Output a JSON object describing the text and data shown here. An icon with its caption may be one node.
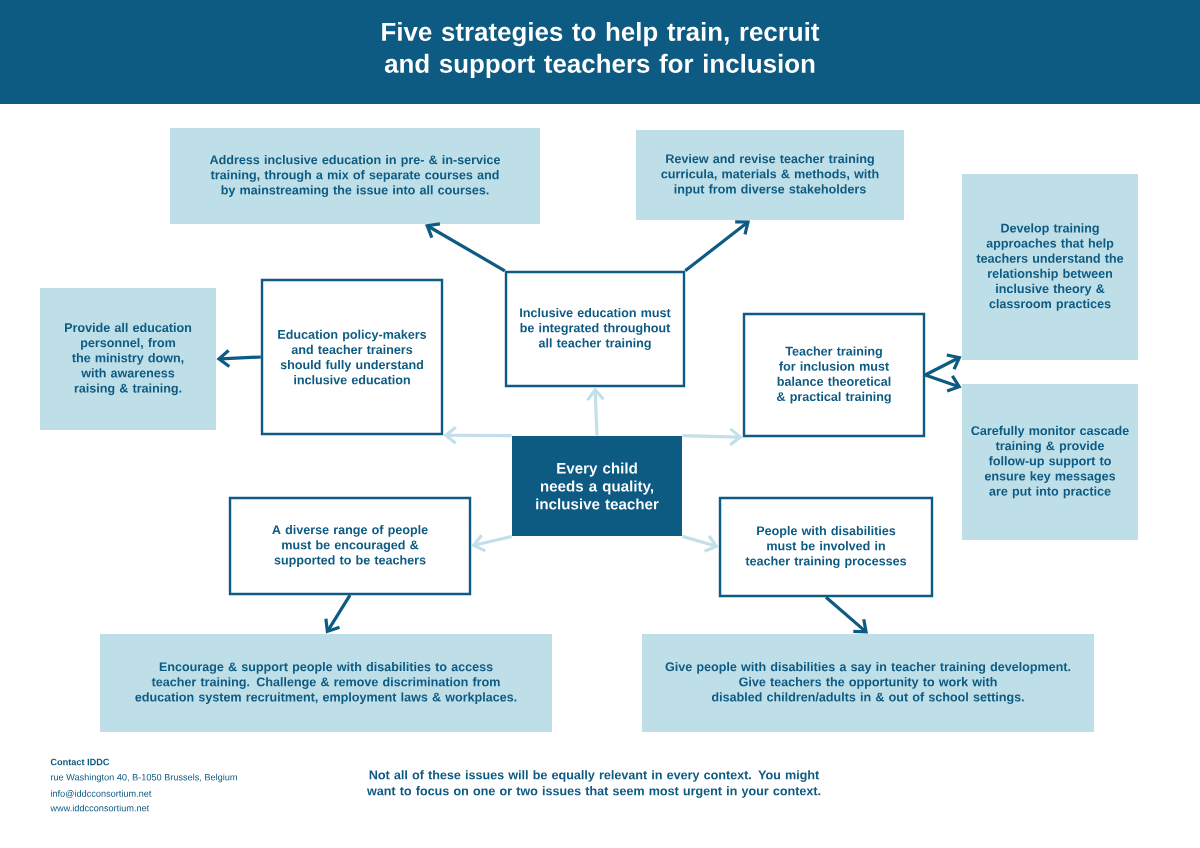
{
  "diagram": {
    "title": "Five strategies to help train, recruit and support teachers for inclusion",
    "nodes": [
      {
        "text": [
          "Every child needs a quality, inclusive teacher"
        ]
      },
      {
        "text": [
          "Education policy-makers and teacher trainers should fully understand inclusive education"
        ]
      },
      {
        "text": [
          "Inclusive education must be integrated throughout all teacher training"
        ]
      },
      {
        "text": [
          "Teacher training for inclusion must balance theoretical & practical training"
        ]
      },
      {
        "text": [
          "A diverse range of people must be encouraged & supported to be teachers"
        ]
      },
      {
        "text": [
          "People with disabilities must be involved in teacher training processes"
        ]
      },
      {
        "text": [
          "Address inclusive education in pre- & in-service training, through a mix of separate courses and by mainstreaming the issue into all courses."
        ]
      },
      {
        "text": [
          "Review and revise teacher training curricula, materials & methods, with input from diverse stakeholders"
        ]
      },
      {
        "text": [
          "Provide all education personnel, from the ministry down, with awareness raising & training."
        ]
      },
      {
        "text": [
          "Develop training approaches that help teachers understand the relationship between inclusive theory & classroom practices"
        ]
      },
      {
        "text": [
          "Carefully monitor cascade training & provide follow-up support to ensure key messages are put into practice"
        ]
      },
      {
        "text": [
          "Encourage & support people with disabilities to access teacher training. Challenge & remove discrimination from education system recruitment, employment laws & workplaces."
        ]
      },
      {
        "text": [
          "Give people with disabilities a say in teacher training development.",
          "Give teachers the opportunity to work with disabled children/adults in & out of school settings."
        ]
      }
    ],
    "edges": [
      {
        "from": 0,
        "to": 1,
        "arrow": "to",
        "color": "#c3e0ea"
      },
      {
        "from": 0,
        "to": 2,
        "arrow": "to",
        "color": "#c3e0ea"
      },
      {
        "from": 0,
        "to": 3,
        "arrow": "to",
        "color": "#c3e0ea"
      },
      {
        "from": 0,
        "to": 4,
        "arrow": "to",
        "color": "#c3e0ea"
      },
      {
        "from": 0,
        "to": 5,
        "arrow": "to",
        "color": "#c3e0ea"
      },
      {
        "from": 1,
        "to": 8,
        "arrow": "to"
      },
      {
        "from": 2,
        "to": 6,
        "arrow": "to"
      },
      {
        "from": 2,
        "to": 7,
        "arrow": "to"
      },
      {
        "from": 3,
        "to": 9,
        "arrow": "to"
      },
      {
        "from": 3,
        "to": 10,
        "arrow": "to"
      },
      {
        "from": 4,
        "to": 11,
        "arrow": "to"
      },
      {
        "from": 5,
        "to": 12,
        "arrow": "to"
      }
    ],
    "labels": [
      "Contact IDDC",
      "rue Washington 40, B-1050 Brussels, Belgium",
      "info@iddcconsortium.net",
      "www.iddcconsortium.net",
      "Not all of these issues will be equally relevant in every context. You might want to focus on one or two issues that seem most urgent in your context."
    ]
  }
}
